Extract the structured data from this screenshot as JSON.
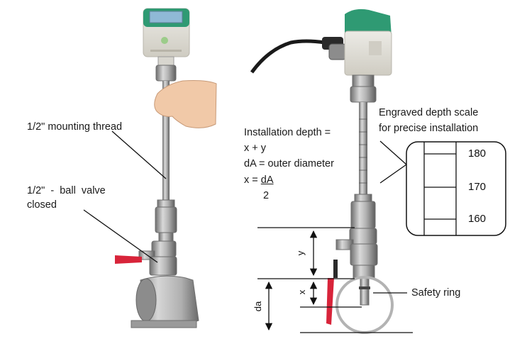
{
  "left": {
    "mounting_thread": "1/2\" mounting thread",
    "ball_valve_line1": "1/2\"  -  ball  valve",
    "ball_valve_line2": "closed"
  },
  "right": {
    "install_line1": "Installation depth =",
    "install_line2": "x + y",
    "install_line3": "dA = outer diameter",
    "install_line4_prefix": "x = ",
    "install_line4_underlined": "dA",
    "install_line5": "2",
    "scale_title1": "Engraved depth scale",
    "scale_title2": "for precise installation",
    "scale_values": [
      "180",
      "170",
      "160"
    ],
    "safety_ring": "Safety ring",
    "dim_y": "y",
    "dim_x": "x",
    "dim_da": "da"
  },
  "colors": {
    "sensor_green": "#2f9a73",
    "sensor_body": "#dedad1",
    "metal": "#a8a8a8",
    "valve_handle": "#d8243a"
  }
}
